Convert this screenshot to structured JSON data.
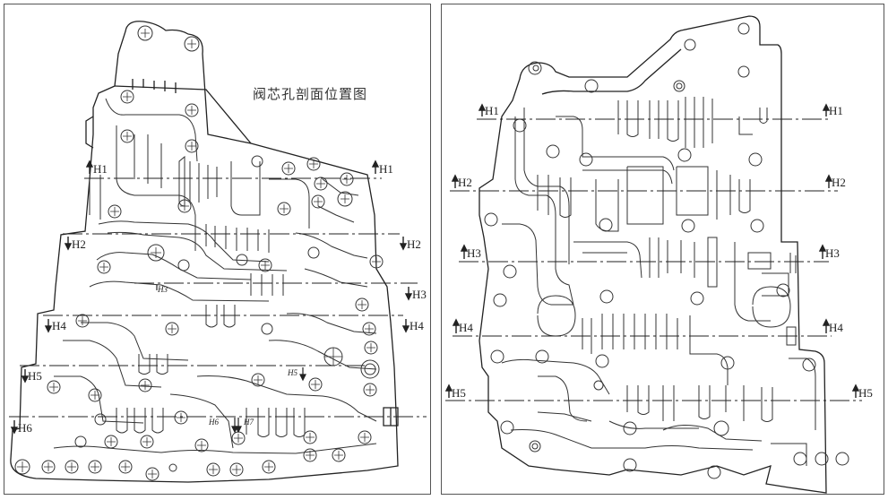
{
  "figure": {
    "caption": "阀芯孔剖面位置图",
    "panels": [
      {
        "name": "left",
        "section_labels": [
          "H1",
          "H2",
          "H3",
          "H4",
          "H5",
          "H6"
        ],
        "inner_labels": [
          "H3",
          "H5",
          "H6",
          "H7"
        ]
      },
      {
        "name": "right",
        "section_labels": [
          "H1",
          "H2",
          "H3",
          "H4",
          "H5"
        ]
      }
    ]
  }
}
